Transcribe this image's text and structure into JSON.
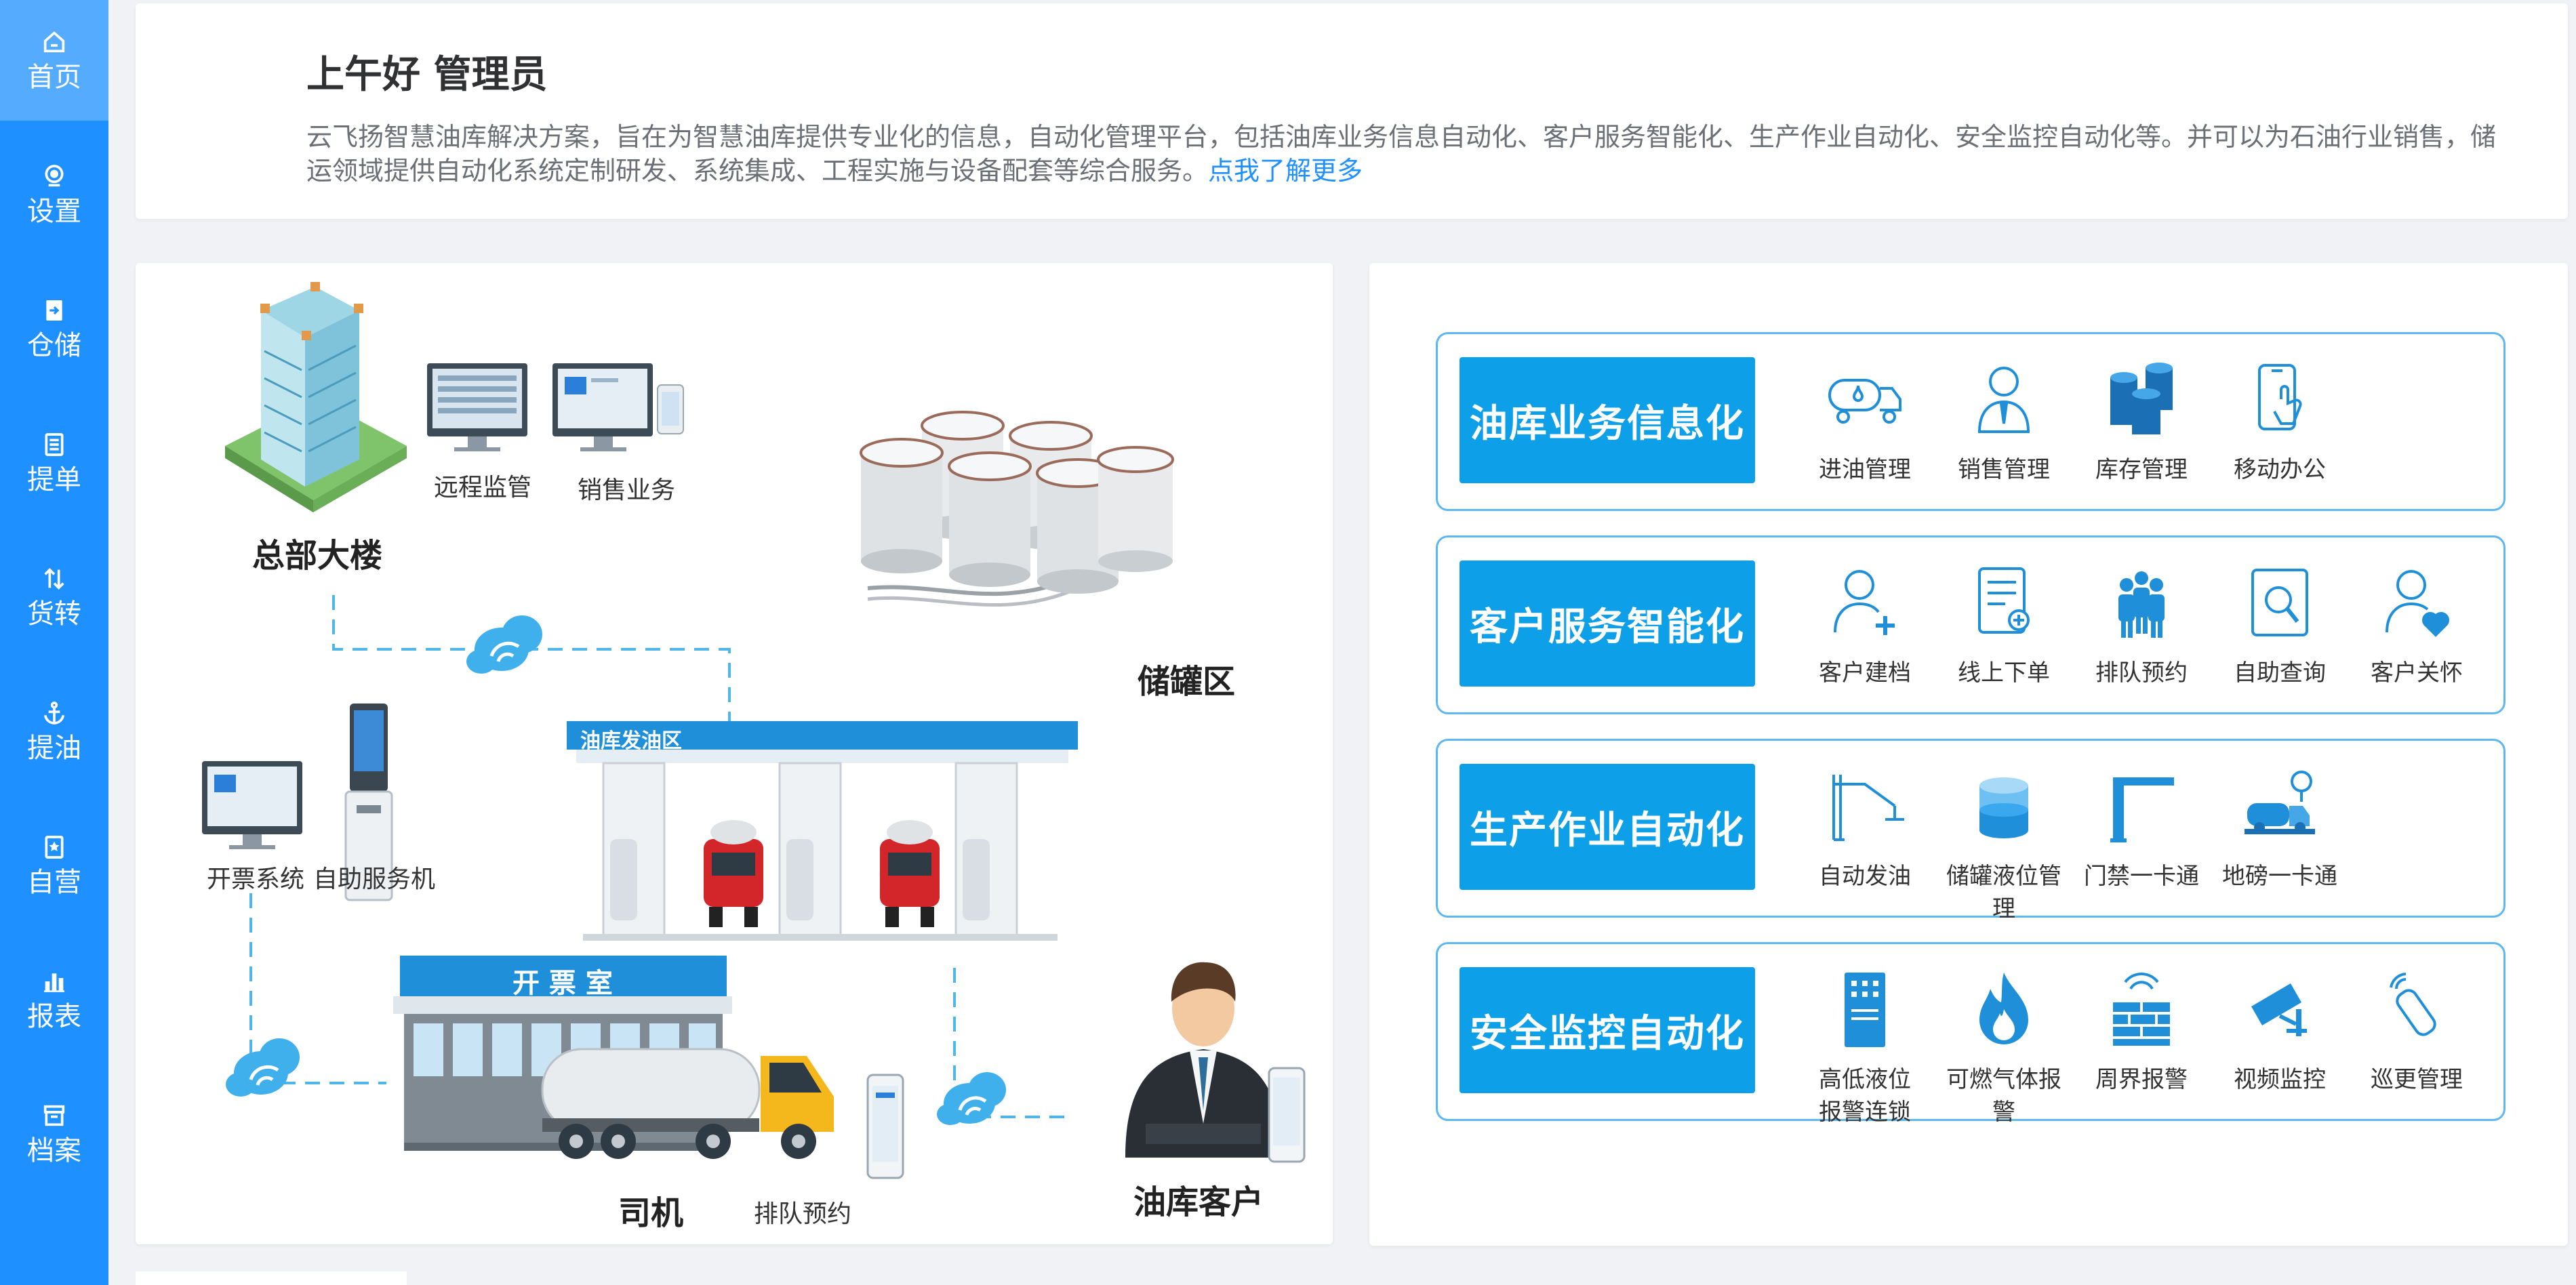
{
  "sidebar": {
    "accent": "#1e90ff",
    "items": [
      {
        "label": "首页",
        "icon": "home-icon",
        "active": true
      },
      {
        "label": "设置",
        "icon": "settings-icon"
      },
      {
        "label": "仓储",
        "icon": "warehouse-icon"
      },
      {
        "label": "提单",
        "icon": "bill-icon"
      },
      {
        "label": "货转",
        "icon": "transfer-icon"
      },
      {
        "label": "提油",
        "icon": "anchor-icon"
      },
      {
        "label": "自营",
        "icon": "self-operated-icon"
      },
      {
        "label": "报表",
        "icon": "chart-icon"
      },
      {
        "label": "档案",
        "icon": "archive-icon"
      }
    ]
  },
  "welcome": {
    "greeting": "上午好 管理员",
    "intro": "云飞扬智慧油库解决方案，旨在为智慧油库提供专业化的信息，自动化管理平台，包括油库业务信息自动化、客户服务智能化、生产作业自动化、安全监控自动化等。并可以为石油行业销售，储运领域提供自动化系统定制研发、系统集成、工程实施与设备配套等综合服务。",
    "link": "点我了解更多"
  },
  "illustration": {
    "hq": "总部大楼",
    "remote": "远程监管",
    "sales": "销售业务",
    "tanks": "储罐区",
    "invoice_system": "开票系统",
    "kiosk": "自助服务机",
    "station_sign": "油库发油区",
    "office_sign": "开 票 室",
    "driver": "司机",
    "queue": "排队预约",
    "customer": "油库客户"
  },
  "modules": [
    {
      "title": "油库业务信息化",
      "items": [
        {
          "label": "进油管理",
          "icon": "tanker-truck-icon"
        },
        {
          "label": "销售管理",
          "icon": "salesperson-icon"
        },
        {
          "label": "库存管理",
          "icon": "storage-tanks-icon"
        },
        {
          "label": "移动办公",
          "icon": "mobile-office-icon"
        }
      ]
    },
    {
      "title": "客户服务智能化",
      "items": [
        {
          "label": "客户建档",
          "icon": "add-customer-icon"
        },
        {
          "label": "线上下单",
          "icon": "online-order-icon"
        },
        {
          "label": "排队预约",
          "icon": "queue-icon"
        },
        {
          "label": "自助查询",
          "icon": "self-query-icon"
        },
        {
          "label": "客户关怀",
          "icon": "customer-care-icon"
        }
      ]
    },
    {
      "title": "生产作业自动化",
      "items": [
        {
          "label": "自动发油",
          "icon": "auto-dispense-icon"
        },
        {
          "label": "储罐液位管理",
          "icon": "tank-level-icon"
        },
        {
          "label": "门禁一卡通",
          "icon": "gate-barrier-icon"
        },
        {
          "label": "地磅一卡通",
          "icon": "weighbridge-icon"
        }
      ]
    },
    {
      "title": "安全监控自动化",
      "items": [
        {
          "label": "高低液位\n报警连锁",
          "icon": "level-alarm-cabinet-icon"
        },
        {
          "label": "可燃气体报警",
          "icon": "flame-icon"
        },
        {
          "label": "周界报警",
          "icon": "perimeter-wall-icon"
        },
        {
          "label": "视频监控",
          "icon": "camera-icon"
        },
        {
          "label": "巡更管理",
          "icon": "patrol-icon"
        }
      ]
    }
  ]
}
